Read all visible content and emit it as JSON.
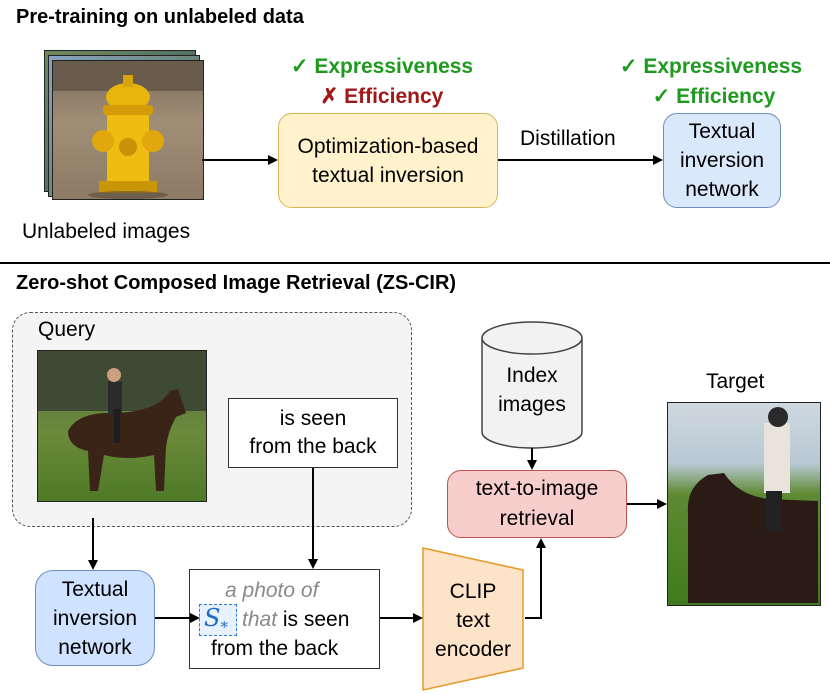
{
  "section1": {
    "title": "Pre-training on unlabeled data",
    "unlabeled_caption": "Unlabeled images",
    "opt_check_expr": "✓ Expressiveness",
    "opt_cross_eff": "✗ Efficiency",
    "opt_box": [
      "Optimization-based",
      "textual inversion"
    ],
    "distillation": "Distillation",
    "net_check_expr": "✓ Expressiveness",
    "net_check_eff": "✓ Efficiency",
    "net_box": [
      "Textual",
      "inversion",
      "network"
    ]
  },
  "section2": {
    "title": "Zero-shot Composed Image Retrieval (ZS-CIR)",
    "query_label": "Query",
    "caption_box": [
      "is seen",
      "from the back"
    ],
    "index_box": [
      "Index",
      "images"
    ],
    "target_label": "Target",
    "retrieval_box": [
      "text-to-image",
      "retrieval"
    ],
    "tin_box": [
      "Textual",
      "inversion",
      "network"
    ],
    "prompt_prefix": "a photo of",
    "prompt_token": "S",
    "prompt_token_sub": "*",
    "prompt_that": "that",
    "prompt_rest1": " is seen",
    "prompt_rest2": "from the back",
    "clip_box": [
      "CLIP",
      "text",
      "encoder"
    ]
  },
  "colors": {
    "good": "#1e9a1e",
    "bad": "#a01818",
    "yellow_fill": "#fff2cc",
    "blue_fill": "#dae8fc",
    "red_fill": "#f8cecc",
    "orange_fill": "#fde3c8"
  }
}
